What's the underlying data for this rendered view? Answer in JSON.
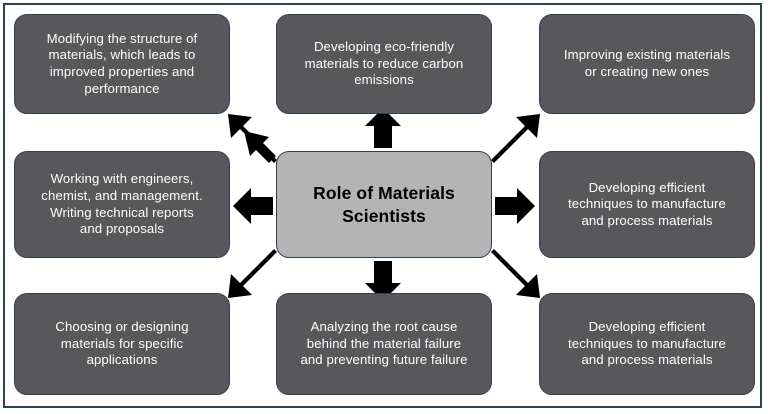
{
  "diagram": {
    "title": "Role of Materials Scientists",
    "frame_color": "#2e4256",
    "node_fill": "#58585b",
    "node_border": "#2e4256",
    "node_text_color": "#ffffff",
    "center_fill": "#b4b4b4",
    "center_text_color": "#000000",
    "arrow_color": "#000000",
    "background": "#ffffff",
    "center": {
      "label": "Role of Materials\nScientists"
    },
    "nodes": [
      {
        "id": "top-left",
        "label": "Modifying the structure of\nmaterials, which leads to\nimproved properties and\nperformance"
      },
      {
        "id": "top-center",
        "label": "Developing eco-friendly\nmaterials to reduce carbon\nemissions"
      },
      {
        "id": "top-right",
        "label": "Improving existing materials\nor creating new ones"
      },
      {
        "id": "middle-left",
        "label": "Working with engineers,\nchemist, and management.\nWriting technical reports\nand proposals"
      },
      {
        "id": "middle-right",
        "label": "Developing efficient\ntechniques to manufacture\nand process materials"
      },
      {
        "id": "bottom-left",
        "label": "Choosing or designing\nmaterials for specific\napplications"
      },
      {
        "id": "bottom-center",
        "label": "Analyzing the root cause\nbehind the material failure\nand preventing future failure"
      },
      {
        "id": "bottom-right",
        "label": "Developing efficient\ntechniques to manufacture\nand process materials"
      }
    ],
    "arrows": [
      {
        "id": "arrow-up-left",
        "direction": "up-left",
        "from": "center",
        "to": "top-left"
      },
      {
        "id": "arrow-up",
        "direction": "up",
        "from": "center",
        "to": "top-center"
      },
      {
        "id": "arrow-up-right",
        "direction": "up-right",
        "from": "center",
        "to": "top-right"
      },
      {
        "id": "arrow-left",
        "direction": "left",
        "from": "center",
        "to": "middle-left"
      },
      {
        "id": "arrow-right",
        "direction": "right",
        "from": "center",
        "to": "middle-right"
      },
      {
        "id": "arrow-down-left",
        "direction": "down-left",
        "from": "center",
        "to": "bottom-left"
      },
      {
        "id": "arrow-down",
        "direction": "down",
        "from": "center",
        "to": "bottom-center"
      },
      {
        "id": "arrow-down-right",
        "direction": "down-right",
        "from": "center",
        "to": "bottom-right"
      }
    ]
  }
}
